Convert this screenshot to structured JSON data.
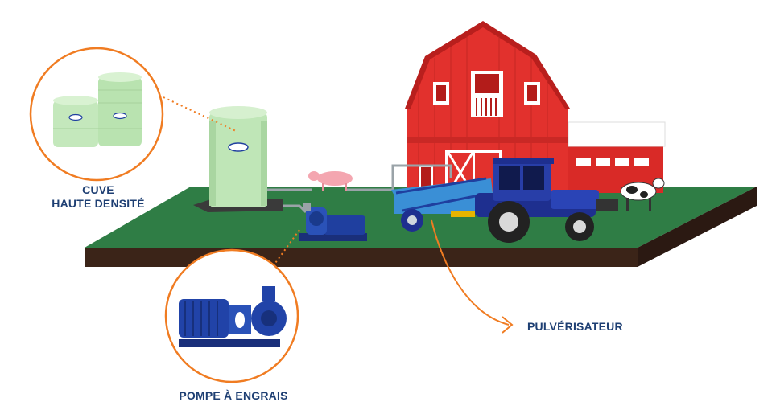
{
  "colors": {
    "accent": "#f07c22",
    "label_text": "#1e3f73",
    "ground_top": "#2f7d45",
    "ground_side": "#3b2418",
    "barn_red": "#e2312d",
    "tank_green": "#bfe6b7",
    "pump_blue": "#1f3f9f",
    "tractor_blue": "#1e2f8f"
  },
  "labels": {
    "cuve_line1": "CUVE",
    "cuve_line2": "HAUTE DENSITÉ",
    "pompe": "POMPE À ENGRAIS",
    "pulverisateur": "PULVÉRISATEUR"
  },
  "icons": [
    "barn-icon",
    "tank-icon",
    "pump-icon",
    "tractor-icon",
    "sprayer-icon",
    "pig-icon",
    "cow-icon"
  ]
}
